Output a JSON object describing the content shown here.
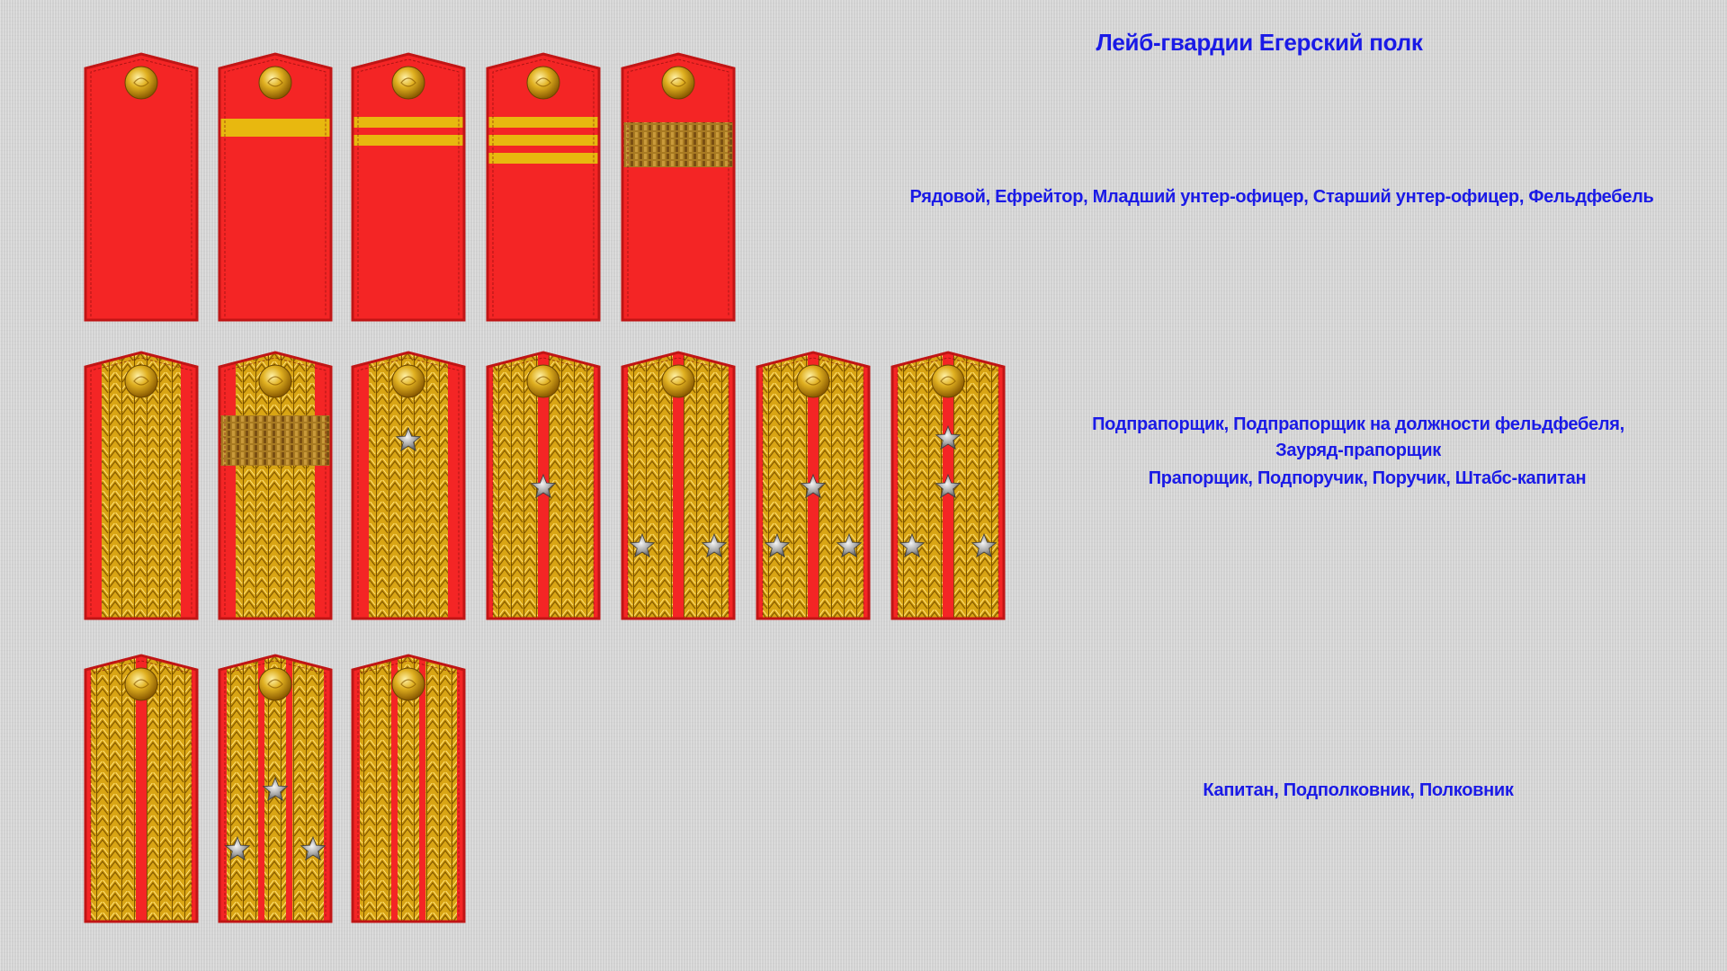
{
  "title": "Лейб-гвардии Егерский полк",
  "captions": {
    "enlisted": "Рядовой, Ефрейтор, Младший унтер-офицер, Старший унтер-офицер, Фельдфебель",
    "junior_line1": "Подпрапорщик, Подпрапорщик на должности фельдфебеля,",
    "junior_line2": "Зауряд-прапорщик",
    "junior_officers": "Прапорщик, Подпоручик, Поручик, Штабс-капитан",
    "senior_officers": "Капитан, Подполковник, Полковник"
  },
  "colors": {
    "cloth_red": "#f42525",
    "gold": "#d4a017",
    "title_blue": "#1a1ae6",
    "star_silver": "#9a9a9a"
  },
  "shoulder_boards": [
    {
      "id": "ryadovoy",
      "row": 1,
      "kind": "plain",
      "stripes": 0,
      "stars": 0
    },
    {
      "id": "efreytor",
      "row": 1,
      "kind": "plain",
      "stripes": 1,
      "stars": 0
    },
    {
      "id": "mladshiy-unter-ofitser",
      "row": 1,
      "kind": "plain",
      "stripes": 2,
      "stars": 0
    },
    {
      "id": "starshiy-unter-ofitser",
      "row": 1,
      "kind": "plain",
      "stripes": 3,
      "stars": 0
    },
    {
      "id": "feldfebel",
      "row": 1,
      "kind": "plain",
      "stripes": "wide-lace",
      "stars": 0
    },
    {
      "id": "podpraporshchik",
      "row": 2,
      "kind": "gold-center",
      "stars": 0
    },
    {
      "id": "podpraporshchik-feldfebel",
      "row": 2,
      "kind": "gold-center-lace",
      "stars": 0
    },
    {
      "id": "zauryad-praporshchik",
      "row": 2,
      "kind": "gold-center",
      "stars": 1
    },
    {
      "id": "praporshchik",
      "row": 2,
      "kind": "gold-one-gap",
      "stars": 1
    },
    {
      "id": "podporuchik",
      "row": 2,
      "kind": "gold-one-gap",
      "stars": 2
    },
    {
      "id": "poruchik",
      "row": 2,
      "kind": "gold-one-gap",
      "stars": 3
    },
    {
      "id": "shtabs-kapitan",
      "row": 2,
      "kind": "gold-one-gap",
      "stars": 4
    },
    {
      "id": "kapitan",
      "row": 3,
      "kind": "gold-one-gap",
      "stars": 0
    },
    {
      "id": "podpolkovnik",
      "row": 3,
      "kind": "gold-two-gap",
      "stars": 3
    },
    {
      "id": "polkovnik",
      "row": 3,
      "kind": "gold-two-gap",
      "stars": 0
    }
  ]
}
